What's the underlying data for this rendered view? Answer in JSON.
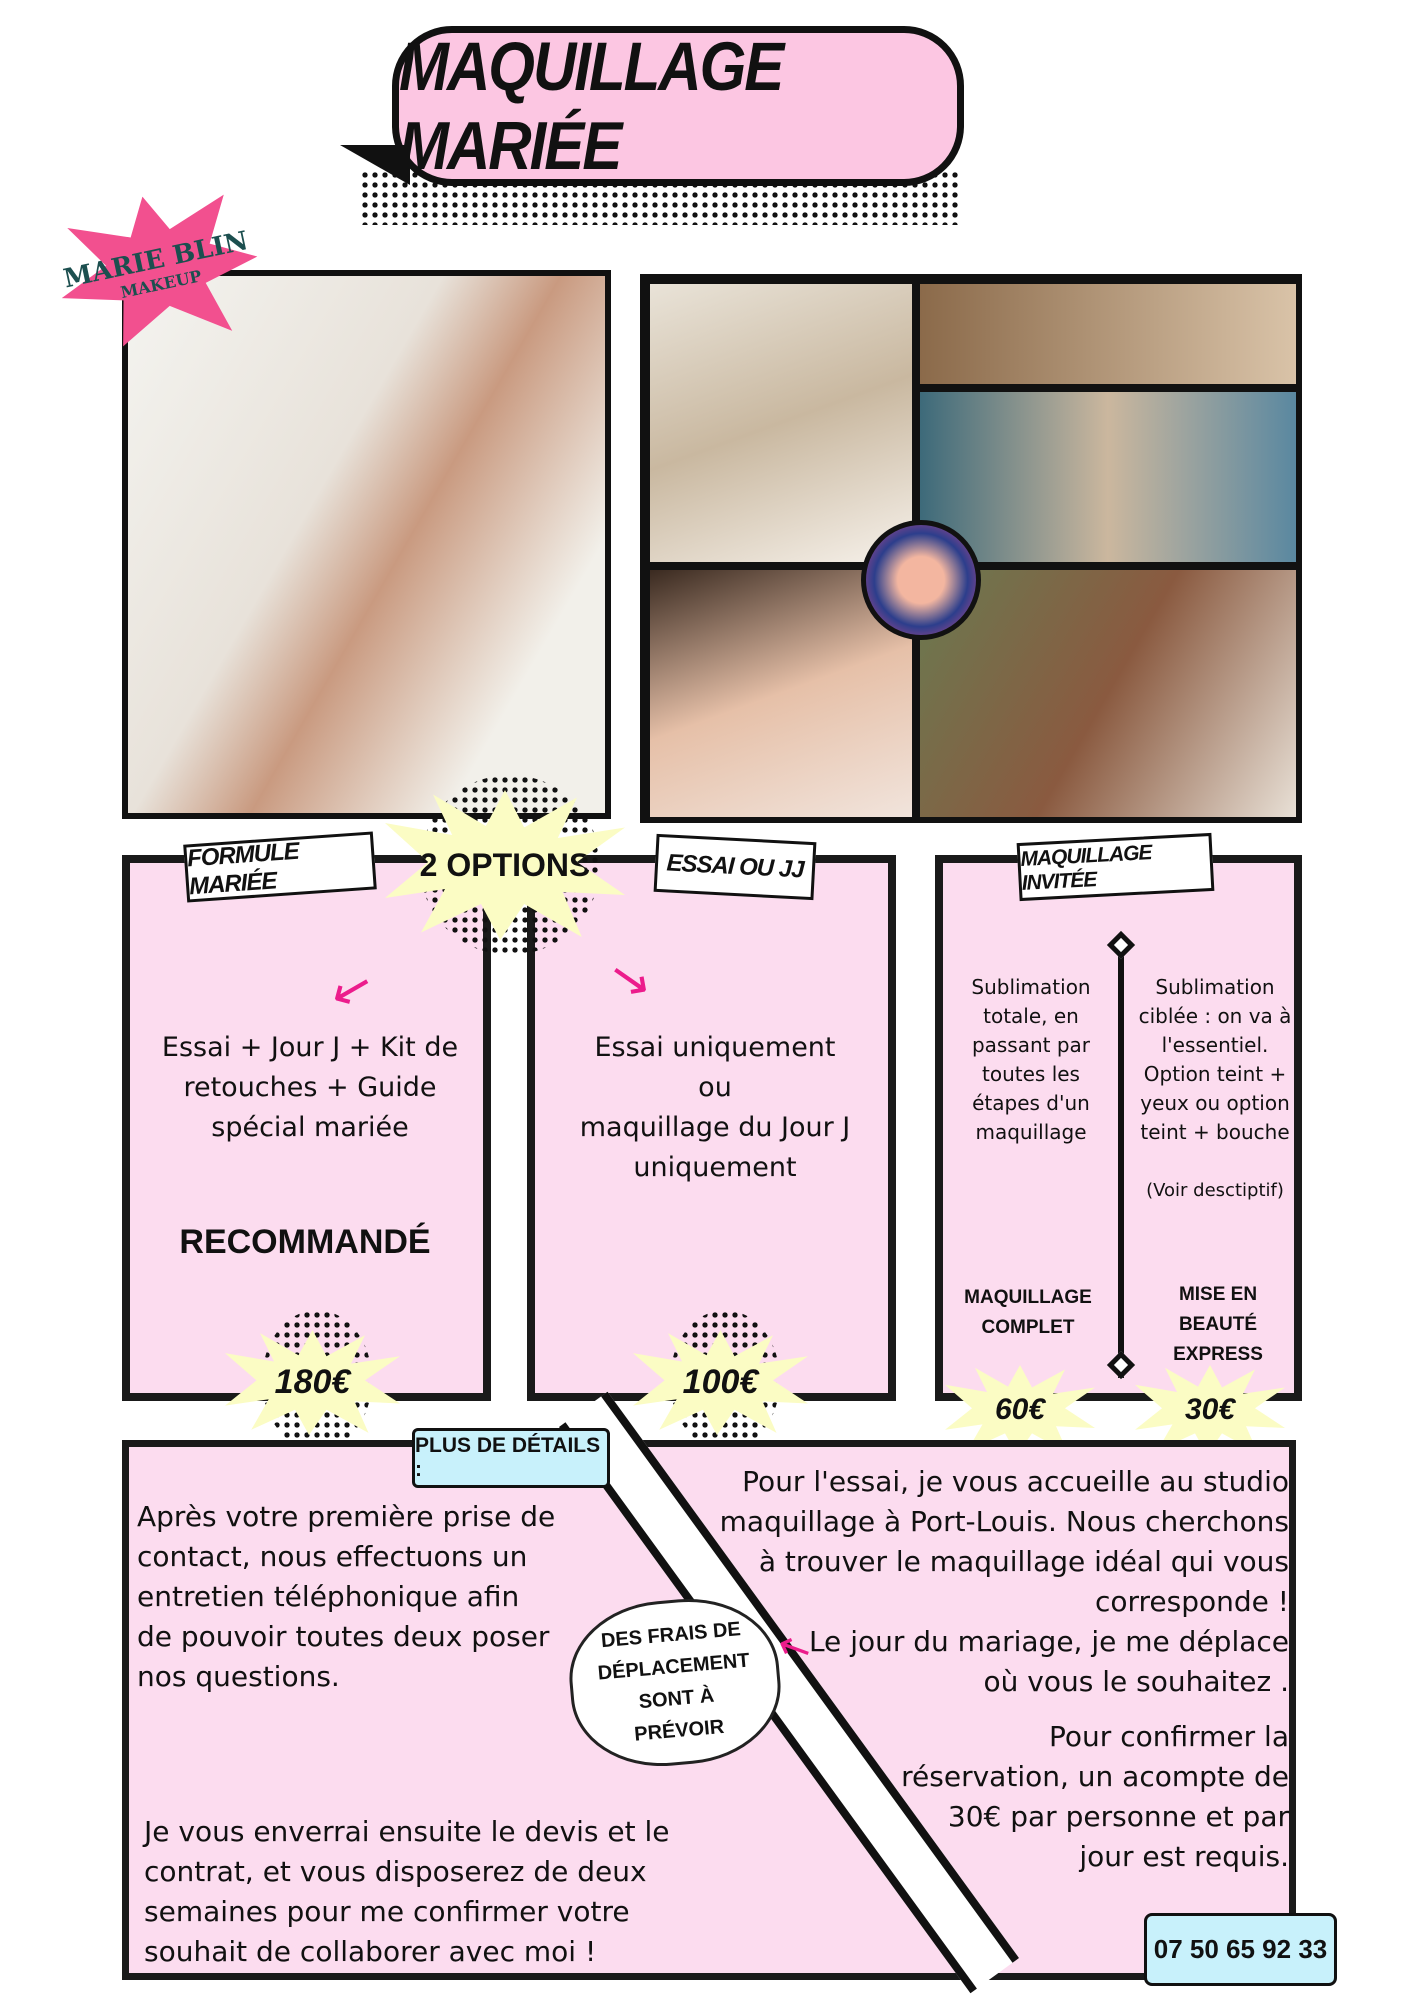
{
  "title": "MAQUILLAGE MARIÉE",
  "logo": {
    "line1": "MARIE BLIN",
    "line2": "MAKEUP"
  },
  "options_burst": "2 OPTIONS",
  "formule_mariee": {
    "tag": "FORMULE MARIÉE",
    "description": "Essai + Jour J + Kit de retouches + Guide spécial mariée",
    "badge": "RECOMMANDÉ",
    "price": "180€"
  },
  "essai_jj": {
    "tag": "ESSAI OU JJ",
    "line1": "Essai uniquement",
    "line2": "ou",
    "line3": "maquillage du Jour J uniquement",
    "price": "100€"
  },
  "invitee": {
    "tag": "MAQUILLAGE INVITÉE",
    "left": {
      "description": "Sublimation totale, en passant par toutes les étapes d'un maquillage",
      "name": "MAQUILLAGE COMPLET",
      "price": "60€"
    },
    "right": {
      "description": "Sublimation ciblée : on va à l'essentiel. Option teint + yeux ou option teint + bouche",
      "note": "(Voir desctiptif)",
      "name": "MISE EN BEAUTÉ EXPRESS",
      "price": "30€"
    }
  },
  "details": {
    "tag": "PLUS DE DÉTAILS :",
    "p1": "Après votre première prise de contact, nous effectuons un entretien téléphonique afin de pouvoir toutes deux poser nos questions.",
    "p2": "Je vous enverrai ensuite le devis et le contrat, et vous disposerez de deux semaines pour me confirmer votre souhait de collaborer avec moi !",
    "p3": "Pour l'essai, je vous accueille au studio maquillage à Port-Louis. Nous cherchons à trouver le maquillage idéal qui vous corresponde !",
    "p4": "Le jour du mariage, je me déplace où vous le souhaitez .",
    "p5": "Pour confirmer la réservation, un acompte de 30€ par personne et par jour est requis.",
    "cloud": "DES FRAIS DE DÉPLACEMENT SONT À PRÉVOIR",
    "phone": "07 50 65 92 33"
  },
  "colors": {
    "pink": "#fcdcef",
    "title_pink": "#fcc6e2",
    "yellow": "#fbfcc4",
    "cyan": "#c8f1fb",
    "arrow": "#ec1c8c"
  }
}
